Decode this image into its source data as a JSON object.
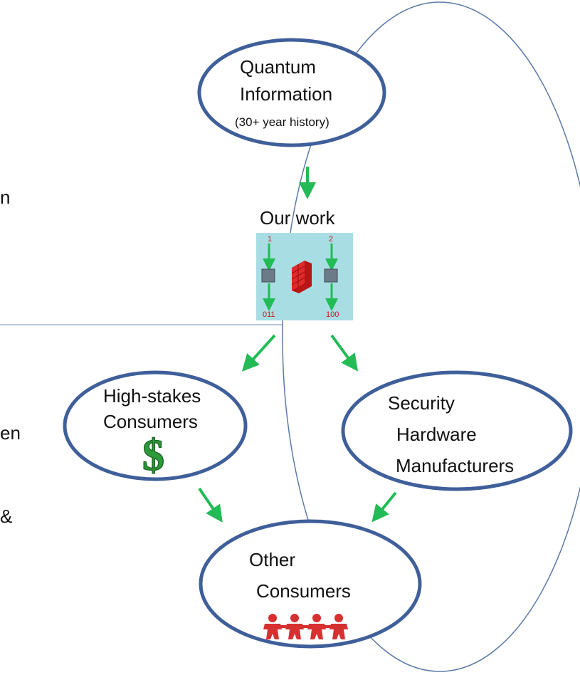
{
  "left_edge_fragments": [
    "n",
    "en",
    "&"
  ],
  "nodes": {
    "quantum": {
      "line1": "Quantum",
      "line2": "Information",
      "subtitle": "(30+ year history)"
    },
    "our_work": {
      "title": "Our work",
      "inset": {
        "top_left": "1",
        "top_right": "2",
        "bottom_left": "011",
        "bottom_right": "100"
      }
    },
    "high_stakes": {
      "line1": "High-stakes",
      "line2": "Consumers",
      "symbol": "$"
    },
    "security": {
      "line1": "Security",
      "line2": "Hardware",
      "line3": "Manufacturers"
    },
    "other": {
      "line1": "Other",
      "line2": "Consumers"
    }
  },
  "colors": {
    "node_fill": "#3f5f9a",
    "node_stroke": "#37558c",
    "outer_stroke": "#5b7aa8",
    "arrow": "#22bb55",
    "inset_bg": "#a9dde4",
    "firewall": "#d42020",
    "people": "#d63030",
    "dollar": "#2e9a3a"
  },
  "icons": [
    "dollar-icon",
    "people-chain-icon",
    "firewall-icon",
    "device-box-icon"
  ]
}
